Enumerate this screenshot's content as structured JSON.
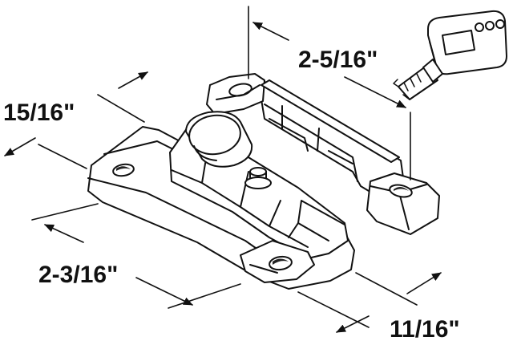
{
  "diagram": {
    "dimensions": {
      "lock_length": "2-5/16\"",
      "lock_width": "15/16\"",
      "keeper_length": "2-3/16\"",
      "keeper_height": "11/16\""
    },
    "colors": {
      "line": "#111111",
      "background": "#ffffff",
      "shade": "#222222"
    }
  }
}
